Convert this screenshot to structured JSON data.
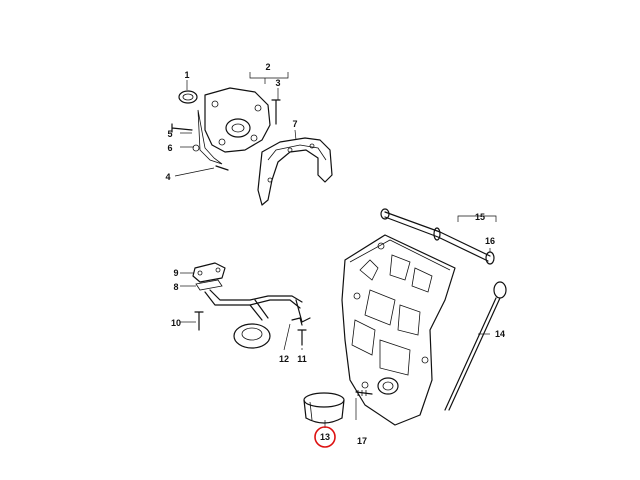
{
  "callouts": [
    {
      "id": "c1",
      "text": "1"
    },
    {
      "id": "c2",
      "text": "2"
    },
    {
      "id": "c3",
      "text": "3"
    },
    {
      "id": "c4",
      "text": "4"
    },
    {
      "id": "c5",
      "text": "5"
    },
    {
      "id": "c6",
      "text": "6"
    },
    {
      "id": "c7",
      "text": "7"
    },
    {
      "id": "c8",
      "text": "8"
    },
    {
      "id": "c9",
      "text": "9"
    },
    {
      "id": "c10",
      "text": "10"
    },
    {
      "id": "c11",
      "text": "11"
    },
    {
      "id": "c12",
      "text": "12"
    },
    {
      "id": "c13",
      "text": "13"
    },
    {
      "id": "c14",
      "text": "14"
    },
    {
      "id": "c15",
      "text": "15"
    },
    {
      "id": "c16",
      "text": "16"
    },
    {
      "id": "c17",
      "text": "17"
    }
  ],
  "highlight": {
    "callout": "13",
    "color": "#d11111"
  }
}
